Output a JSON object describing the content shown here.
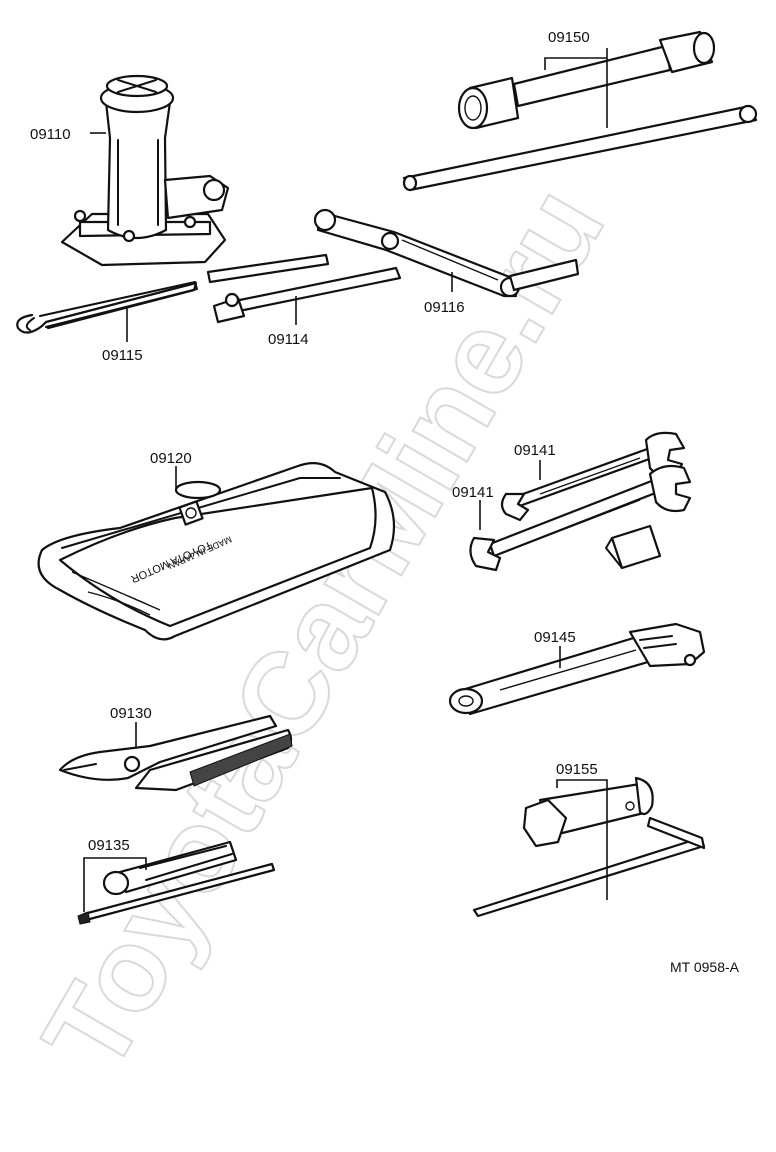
{
  "watermark": "ToyotaCarMine.ru",
  "figure_code": "MT 0958-A",
  "case_print": {
    "line1": "TOYOTA MOTOR",
    "line2": "MADE IN JAPAN"
  },
  "parts": [
    {
      "id": "jack",
      "label": "09110"
    },
    {
      "id": "jack_handle_rod",
      "label": "09115"
    },
    {
      "id": "jack_handle_extension",
      "label": "09114"
    },
    {
      "id": "wheel_nut_wrench",
      "label": "09116"
    },
    {
      "id": "plug_wrench",
      "label": "09150"
    },
    {
      "id": "tool_bag",
      "label": "09120"
    },
    {
      "id": "open_end_wrench_top",
      "label": "09141"
    },
    {
      "id": "open_end_wrench_bottom",
      "label": "09141"
    },
    {
      "id": "adjustable_wrench",
      "label": "09145"
    },
    {
      "id": "pliers",
      "label": "09130"
    },
    {
      "id": "screwdriver",
      "label": "09135"
    },
    {
      "id": "socket_wrench",
      "label": "09155"
    }
  ]
}
